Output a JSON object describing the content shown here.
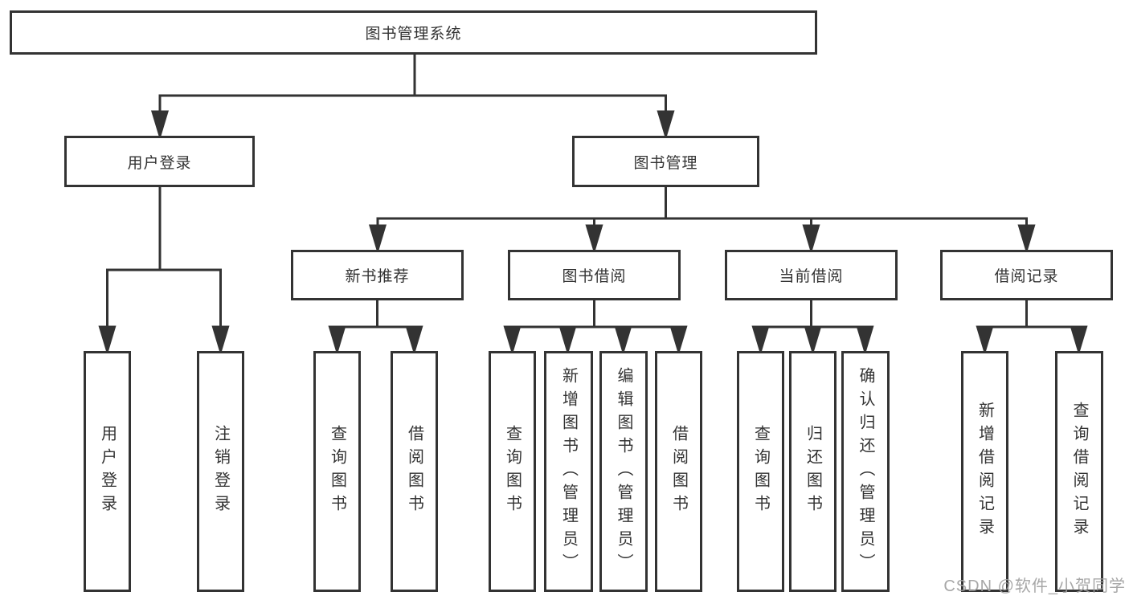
{
  "tree": {
    "root": {
      "label": "图书管理系统"
    },
    "branches": [
      {
        "label": "用户登录",
        "children": [
          {
            "label": "用户登录"
          },
          {
            "label": "注销登录"
          }
        ]
      },
      {
        "label": "图书管理",
        "children": [
          {
            "label": "新书推荐",
            "children": [
              {
                "label": "查询图书"
              },
              {
                "label": "借阅图书"
              }
            ]
          },
          {
            "label": "图书借阅",
            "children": [
              {
                "label": "查询图书"
              },
              {
                "label": "新增图书（管理员）"
              },
              {
                "label": "编辑图书（管理员）"
              },
              {
                "label": "借阅图书"
              }
            ]
          },
          {
            "label": "当前借阅",
            "children": [
              {
                "label": "查询图书"
              },
              {
                "label": "归还图书"
              },
              {
                "label": "确认归还（管理员）"
              }
            ]
          },
          {
            "label": "借阅记录",
            "children": [
              {
                "label": "新增借阅记录"
              },
              {
                "label": "查询借阅记录"
              }
            ]
          }
        ]
      }
    ]
  },
  "watermark": {
    "text": "CSDN @软件_小贺同学"
  },
  "colors": {
    "line": "#333333",
    "text": "#333333",
    "box_fill": "#ffffff",
    "watermark": "#a0a0a0",
    "background": "#ffffff"
  }
}
